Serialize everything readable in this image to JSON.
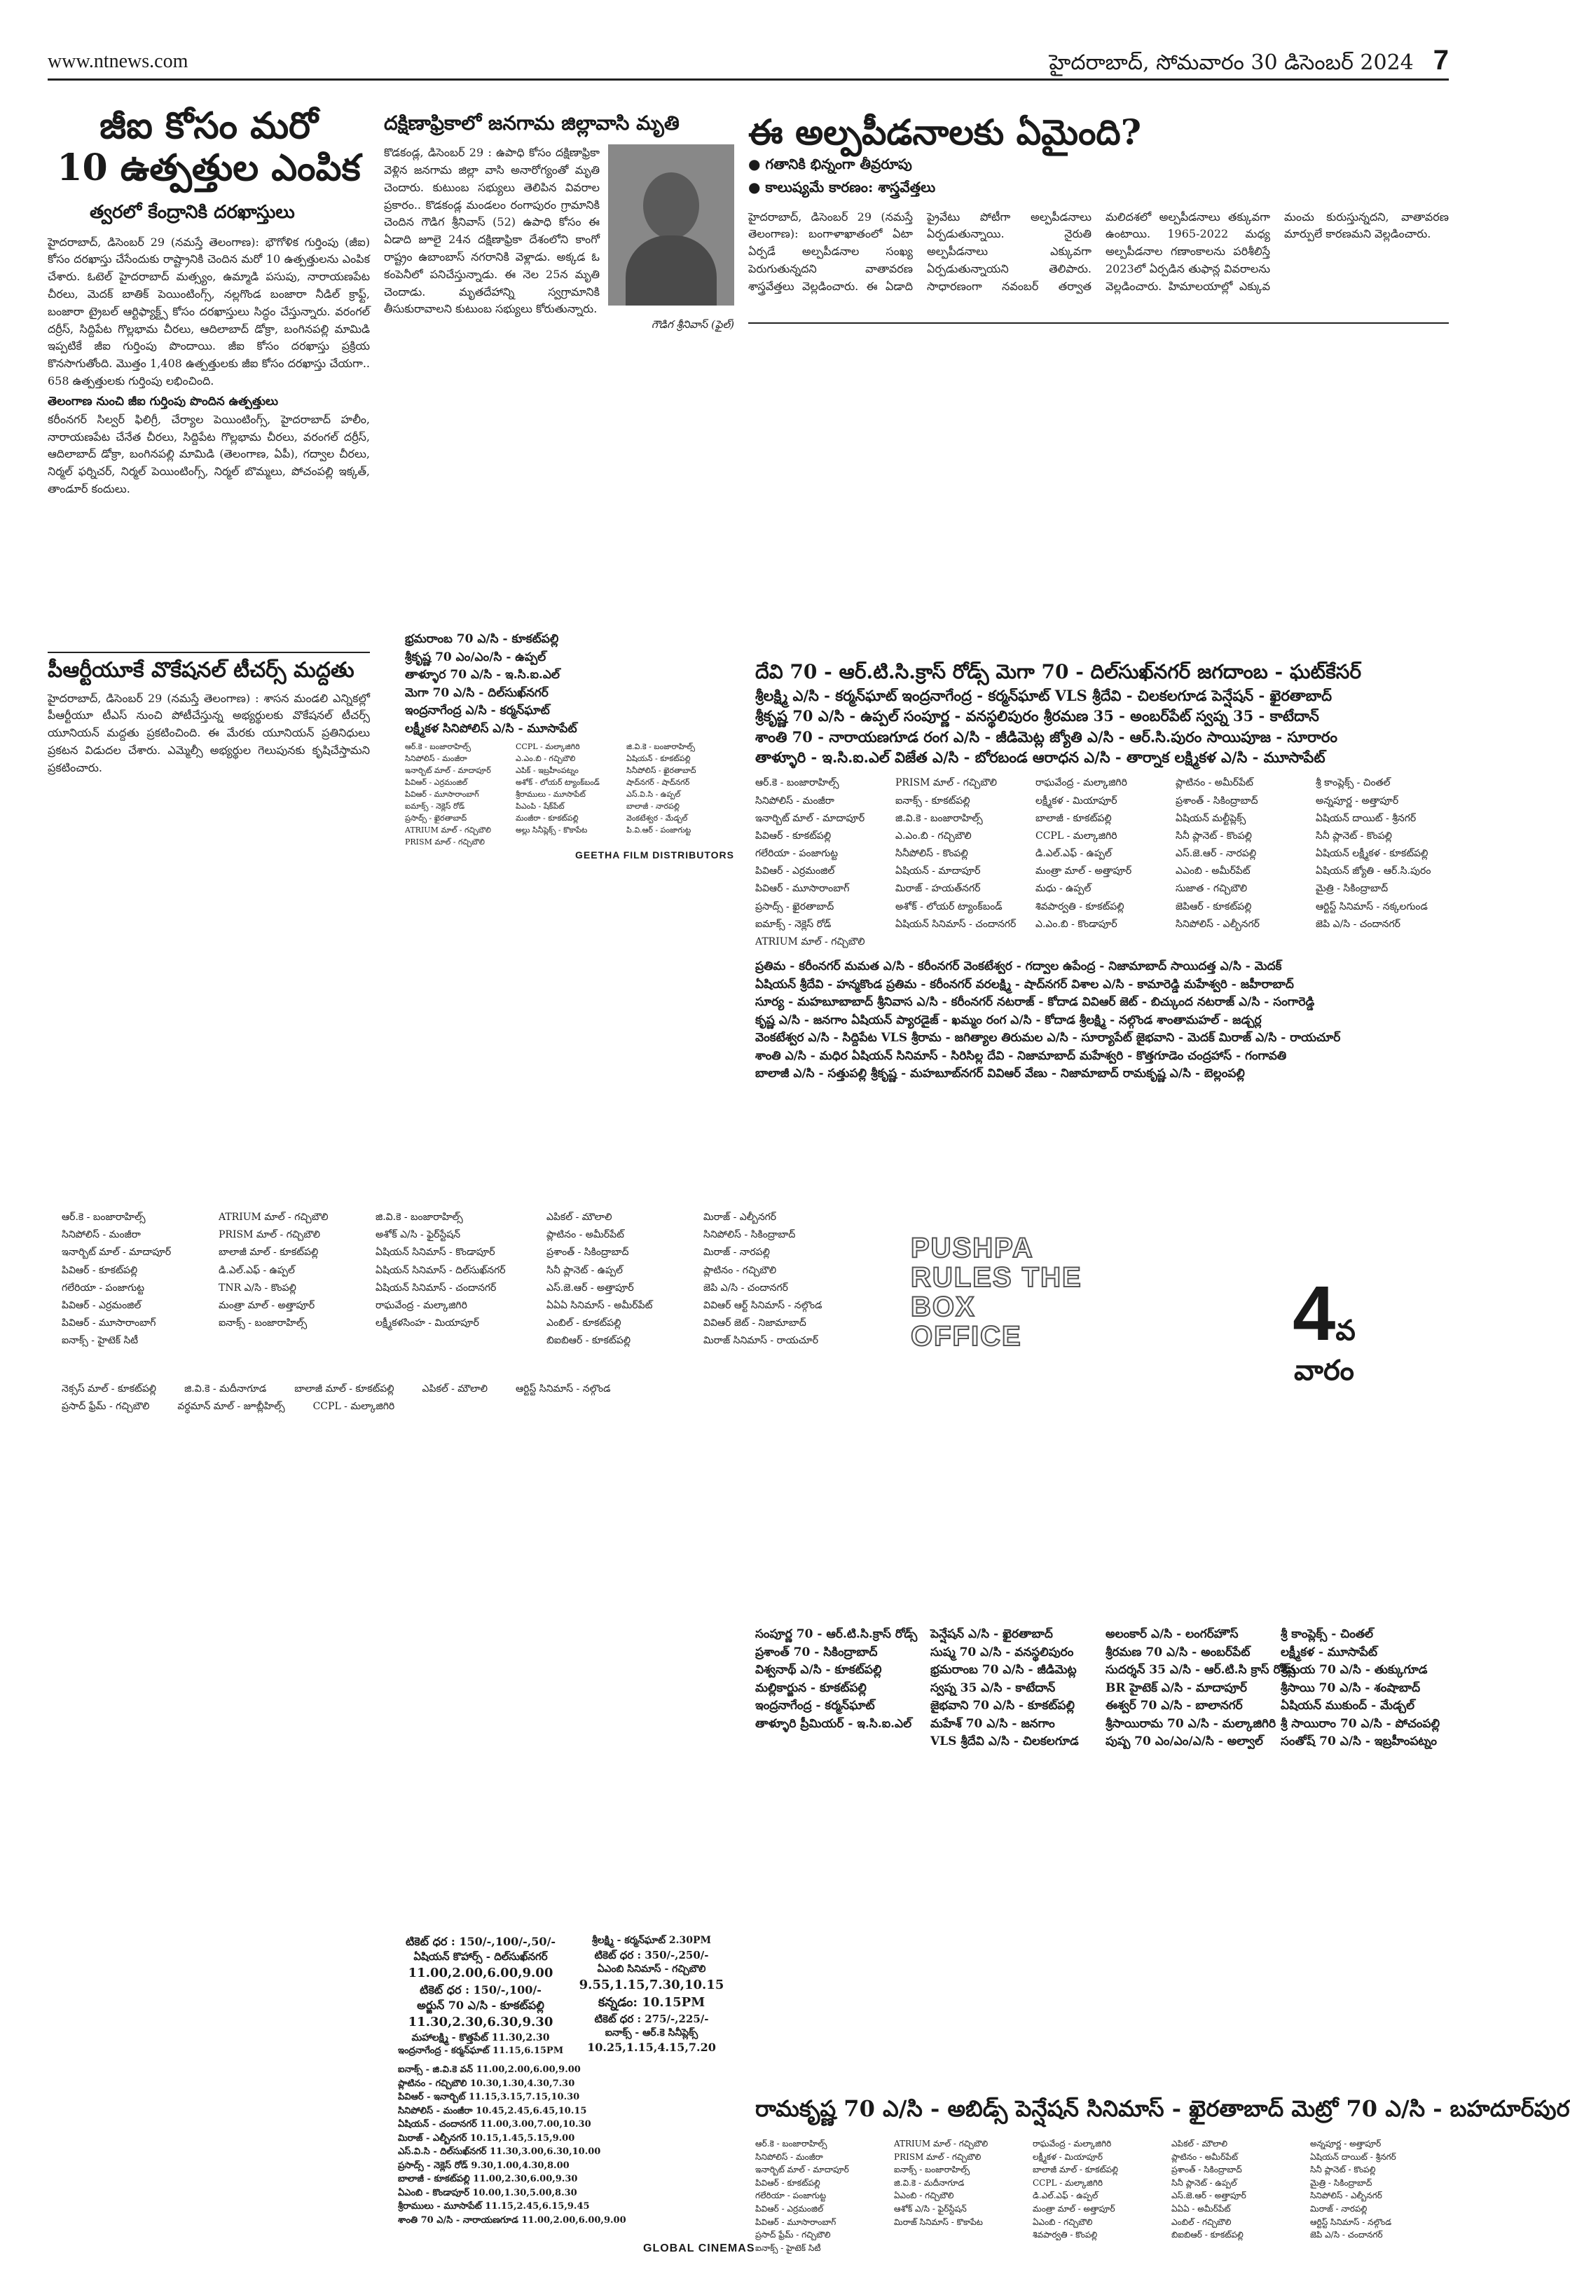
{
  "header": {
    "website": "www.ntnews.com",
    "dateline": "హైదరాబాద్, సోమవారం 30 డిసెంబర్ 2024",
    "page_number": "7"
  },
  "story1": {
    "headline_line1": "జీఐ కోసం మరో",
    "headline_line2": "10 ఉత్పత్తుల ఎంపిక",
    "subhead": "త్వరలో కేంద్రానికి దరఖాస్తులు",
    "body": "హైదరాబాద్, డిసెంబర్ 29 (నమస్తే తెలంగాణ): భౌగోళిక గుర్తింపు (జీఐ) కోసం దరఖాస్తు చేసేందుకు రాష్ట్రానికి చెందిన మరో 10 ఉత్పత్తులను ఎంపిక చేశారు. ఓటెల్ హైదరాబాద్ మత్స్యం, ఉమ్మాడి పసుపు, నారాయణపేట చీరలు, మెదక్ బాతిక్ పెయింటింగ్స్, నల్లగొండ బంజారా నీడిల్ క్రాఫ్ట్, బంజారా ట్రైబల్ ఆర్టిఫ్యాక్ట్స్ కోసం దరఖాస్తులు సిద్ధం చేస్తున్నారు. వరంగల్ దర్రీస్, సిద్దిపేట గొల్లభామ చీరలు, ఆదిలాబాద్ డోక్రా, బంగినపల్లి మామిడి ఇప్పటికే జీఐ గుర్తింపు పొందాయి. జీఐ కోసం దరఖాస్తు ప్రక్రియ కొనసాగుతోంది. మొత్తం 1,408 ఉత్పత్తులకు జీఐ కోసం దరఖాస్తు చేయగా.. 658 ఉత్పత్తులకు గుర్తింపు లభించింది.",
    "list_heading": "తెలంగాణ నుంచి జీఐ గుర్తింపు పొందిన ఉత్పత్తులు",
    "list_body": "కరీంనగర్ సిల్వర్ ఫిలిగ్రీ, చేర్యాల పెయింటింగ్స్, హైదరాబాద్ హలీం, నారాయణపేట చేనేత చీరలు, సిద్దిపేట గొల్లభామ చీరలు, వరంగల్ దర్రీస్, ఆదిలాబాద్ డోక్రా, బంగినపల్లి మామిడి (తెలంగాణ, ఏపీ), గద్వాల చీరలు, నిర్మల్ ఫర్నిచర్, నిర్మల్ పెయింటింగ్స్, నిర్మల్ బొమ్మలు, పోచంపల్లి ఇక్కత్, తాండూర్ కందులు."
  },
  "story2": {
    "headline": "దక్షిణాఫ్రికాలో జనగామ జిల్లావాసి మృతి",
    "body": "కొడకండ్ల, డిసెంబర్ 29 : ఉపాధి కోసం దక్షిణాఫ్రికా వెళ్లిన జనగామ జిల్లా వాసి అనారోగ్యంతో మృతి చెందారు. కుటుంబ సభ్యులు తెలిపిన వివరాల ప్రకారం.. కొడకండ్ల మండలం రంగాపురం గ్రామానికి చెందిన గౌడిగ శ్రీనివాస్ (52) ఉపాధి కోసం ఈ ఏడాది జూలై 24న దక్షిణాఫ్రికా దేశంలోని కాంగో రాష్ట్రం ఉబాంబాస్ నగరానికి వెళ్లాడు. అక్కడ ఓ కంపెనీలో పనిచేస్తున్నాడు. ఈ నెల 25న మృతి చెందాడు. మృతదేహాన్ని స్వగ్రామానికి తీసుకురావాలని కుటుంబ సభ్యులు కోరుతున్నారు.",
    "photo_credit": "గౌడిగ శ్రీనివాస్ (ఫైల్)"
  },
  "story3": {
    "headline": "పీఆర్టీయూకే వొకేషనల్ టీచర్స్ మద్దతు",
    "body": "హైదరాబాద్, డిసెంబర్ 29 (నమస్తే తెలంగాణ) : శాసన మండలి ఎన్నికల్లో పీఆర్టీయూ టీఎస్ నుంచి పోటీచేస్తున్న అభ్యర్థులకు వొకేషనల్ టీచర్స్ యూనియన్ మద్దతు ప్రకటించింది. ఈ మేరకు యూనియన్ ప్రతినిధులు ప్రకటన విడుదల చేశారు. ఎమ్మెల్సీ అభ్యర్థుల గెలుపునకు కృషిచేస్తామని ప్రకటించారు."
  },
  "story4": {
    "headline": "ఈ అల్పపీడనాలకు ఏమైంది?",
    "bullet1": "గతానికి భిన్నంగా తీవ్రరూపు",
    "bullet2": "కాలుష్యమే కారణం: శాస్త్రవేత్తలు",
    "body": "హైదరాబాద్, డిసెంబర్ 29 (నమస్తే తెలంగాణ): బంగాళాఖాతంలో ఏటా ఏర్పడే అల్పపీడనాల సంఖ్య పెరుగుతున్నదని వాతావరణ శాస్త్రవేత్తలు వెల్లడించారు. ఈ ఏడాది ప్రైవేటు పోటీగా అల్పపీడనాలు ఏర్పడుతున్నాయి. నైరుతి అల్పపీడనాలు ఎక్కువగా ఏర్పడుతున్నాయని తెలిపారు. సాధారణంగా నవంబర్ తర్వాత మలిదశలో అల్పపీడనాలు తక్కువగా ఉంటాయి. 1965-2022 మధ్య అల్పపీడనాల గణాంకాలను పరిశీలిస్తే 2023లో ఏర్పడిన తుఫాన్ల వివరాలను వెల్లడించారు. హిమాలయాల్లో ఎక్కువ మంచు కురుస్తున్నదని, వాతావరణ మార్పులే కారణమని వెల్లడించారు."
  },
  "movie_ad_left": {
    "lines": [
      "భ్రమరాంబ 70 ఎ/సి - కూకట్‌పల్లి",
      "శ్రీకృష్ణ 70 ఎం/ఎం/సి - ఉప్పల్",
      "తాళ్ళూర 70 ఎ/సి - ఇ.సి.ఐ.ఎల్",
      "మెగా 70 ఎ/సి - దిల్‌సుఖ్‌నగర్",
      "ఇంద్రనాగేంద్ర ఎ/సి - కర్మన్‌ఘాట్",
      "లక్ష్మీకళ సినిపోలిస్ ఎ/సి - మూసాపేట్"
    ],
    "theatres_a": [
      "ఆర్.కె - బంజారాహిల్స్",
      "సినిపోలిస్ - మంజీరా",
      "ఇనార్బిట్ మాల్ - మాదాపూర్",
      "పివిఆర్ - ఎర్రమంజిల్",
      "పివిఆర్ - మూసారాంబాగ్",
      "ఐమాక్స్ - నెక్లెస్ రోడ్",
      "ప్రసాద్స్ - ఖైరతాబాద్",
      "ATRIUM మాల్ - గచ్చిబౌలి",
      "PRISM మాల్ - గచ్చిబౌలి"
    ],
    "theatres_b": [
      "CCPL - మల్కాజిగిరి",
      "ఎ.ఎం.బి - గచ్చిబౌలి",
      "ఎపిక్ - ఇబ్రహీంపట్నం",
      "అశోక్ - లోయర్ ట్యాంక్‌బండ్",
      "శ్రీరాములు - మూసాపేట్",
      "పిఎంపి - షేక్‌పేట్",
      "మంజీరా - కూకట్‌పల్లి",
      "అల్లు సినీప్లెక్స్ - కొకాపేట"
    ],
    "theatres_c": [
      "జి.వి.కె - బంజారాహిల్స్",
      "ఏషియన్ - కూకట్‌పల్లి",
      "సినీపోలిస్ - ఖైరతాబాద్",
      "షాద్‌నగర్ - షాద్‌నగర్",
      "ఎస్.వి.సి - ఉప్పల్",
      "బాలాజీ - నారపల్లి",
      "వెంకటేశ్వర - మేడ్చల్",
      "పి.వి.ఆర్ - పంజాగుట్ట"
    ],
    "distributor": "GEETHA FILM DISTRIBUTORS"
  },
  "movie_ad_right": {
    "row1": "దేవి 70 - ఆర్.టి.సి.క్రాస్ రోడ్స్      మెగా 70 - దిల్‌సుఖ్‌నగర్      జగదాంబ - ఘట్‌కేసర్",
    "row2": "శ్రీలక్ష్మి ఎ/సి - కర్మన్‌ఘాట్  ఇంద్రనాగేంద్ర - కర్మన్‌ఘాట్  VLS శ్రీదేవి - చిలకలగూడ  పెన్షేషన్ - ఖైరతాబాద్",
    "row3": "శ్రీకృష్ణ 70 ఎ/సి - ఉప్పల్  సంపూర్ణ - వనస్థలిపురం  శ్రీరమణ 35 - అంబర్‌పేట్  స్వప్న 35 - కాటేదాన్",
    "row4": "శాంతి 70 - నారాయణగూడ  రంగ ఎ/సి - జీడిమెట్ల  జ్యోతి ఎ/సి - ఆర్.సి.పురం  సాయిపూజ - సూరారం",
    "row5": "తాళ్ళూరి - ఇ.సి.ఐ.ఎల్  విజేత ఎ/సి - బోరబండ  ఆరాధన ఎ/సి - తార్నాక  లక్ష్మికళ ఎ/సి - మూసాపేట్",
    "theatres_a": [
      "ఆర్.కె - బంజారాహిల్స్",
      "సినిపోలిస్ - మంజీరా",
      "ఇనార్బిట్ మాల్ - మాదాపూర్",
      "పివిఆర్ - కూకట్‌పల్లి",
      "గలేరియా - పంజాగుట్ట",
      "పివిఆర్ - ఎర్రమంజిల్",
      "పివిఆర్ - మూసారాంబాగ్",
      "ప్రసాద్స్ - ఖైరతాబాద్",
      "ఐమాక్స్ - నెక్లెస్ రోడ్",
      "ATRIUM మాల్ - గచ్చిబౌలి"
    ],
    "theatres_b": [
      "PRISM మాల్ - గచ్చిబౌలి",
      "ఐనాక్స్ - కూకట్‌పల్లి",
      "జి.వి.కె - బంజారాహిల్స్",
      "ఎ.ఎం.బి - గచ్చిబౌలి",
      "సినీపోలిస్ - కొంపల్లి",
      "ఏషియన్ - మాదాపూర్",
      "మిరాజ్ - హయత్‌నగర్",
      "అశోక్ - లోయర్ ట్యాంక్‌బండ్",
      "ఏషియన్ సినిమాస్ - చందానగర్"
    ],
    "theatres_c": [
      "రాఘవేంద్ర - మల్కాజిగిరి",
      "లక్ష్మీకళ - మియాపూర్",
      "బాలాజీ - కూకట్‌పల్లి",
      "CCPL - మల్కాజిగిరి",
      "డి.ఎల్.ఎఫ్ - ఉప్పల్",
      "మంత్రా మాల్ - అత్తాపూర్",
      "మధు - ఉప్పల్",
      "శివపార్వతి - కూకట్‌పల్లి",
      "ఎ.ఎం.బి - కొండాపూర్"
    ],
    "theatres_d": [
      "ప్లాటినం - అమీర్‌పేట్",
      "ప్రశాంత్ - సికింద్రాబాద్",
      "ఏషియన్ మల్టీప్లెక్స్",
      "సినీ ప్లానెట్ - కొంపల్లి",
      "ఎస్.జె.ఆర్ - నారపల్లి",
      "ఎఎంబి - అమీర్‌పేట్",
      "సుజాత - గచ్చిబౌలి",
      "జెపిఆర్ - కూకట్‌పల్లి",
      "సినిపోలిస్ - ఎల్బీనగర్"
    ],
    "theatres_e": [
      "శ్రీ కాంప్లెక్స్ - చింతల్",
      "అన్నపూర్ణ - అత్తాపూర్",
      "ఏషియన్ దాయిట్ - శ్రీనగర్",
      "సినీ ప్లానెట్ - కొంపల్లి",
      "ఏషియన్ లక్ష్మీకళ - కూకట్‌పల్లి",
      "ఏషియన్ జ్యోతి - ఆర్.సి.పురం",
      "మైత్రి - సికింద్రాబాద్",
      "ఆర్టిస్ట్ సినిమాస్ - నక్కలగుండ",
      "జెపి ఎ/సి - చందానగర్"
    ],
    "district_rows": [
      "ప్రతిమ - కరీంనగర్  మమత ఎ/సి - కరీంనగర్  వెంకటేశ్వర - గద్వాల  ఉపేంద్ర - నిజామాబాద్  సాయిదత్త ఎ/సి - మెదక్",
      "ఏషియన్ శ్రీదేవి - హన్మకొండ  ప్రతిమ - కరీంనగర్  వరలక్ష్మి - షాద్‌నగర్  విశాల ఎ/సి - కామారెడ్డి  మహేశ్వరి - జహీరాబాద్",
      "సూర్య - మహబూబాబాద్  శ్రీనివాస ఎ/సి - కరీంనగర్  నటరాజ్ - కోదాడ  వివిఆర్ జెట్ - బిచ్కుంద  నటరాజ్ ఎ/సి - సంగారెడ్డి",
      "కృష్ణ ఎ/సి - జనగాం  ఏషియన్ ప్యారడైజ్ - ఖమ్మం  రంగ ఎ/సి - కోదాడ  శ్రీలక్ష్మి - నల్గొండ  శాంతామహల్ - జడ్చర్ల",
      "వెంకటేశ్వర ఎ/సి - సిద్దిపేట  VLS శ్రీరామ - జగిత్యాల  తిరుమల ఎ/సి - సూర్యాపేట్  జైభవాని - మెదక్  మిరాజ్ ఎ/సి - రాయచూర్",
      "శాంతి ఎ/సి - మధిర  ఏషియన్ సినిమాస్ - సిరిసిల్ల  దేవి - నిజామాబాద్  మహేశ్వరి - కొత్తగూడెం  చంద్రహాస్ - గంగావతి",
      "బాలాజీ ఎ/సి - సత్తుపల్లి  శ్రీకృష్ణ - మహబూబ్‌నగర్  వివిఆర్ వేణు - నిజామాబాద్  రామకృష్ణ ఎ/సి - బెల్లంపల్లి"
    ]
  },
  "mid_listing": {
    "col_a": [
      "ఆర్.కె - బంజారాహిల్స్",
      "సినిపోలిస్ - మంజీరా",
      "ఇనార్బిట్ మాల్ - మాదాపూర్",
      "పివిఆర్ - కూకట్‌పల్లి",
      "గలేరియా - పంజాగుట్ట",
      "పివిఆర్ - ఎర్రమంజిల్",
      "పివిఆర్ - మూసారాంబాగ్",
      "ఐనాక్స్ - హైటెక్ సిటీ"
    ],
    "col_b": [
      "ATRIUM మాల్ - గచ్చిబౌలి",
      "PRISM మాల్ - గచ్చిబౌలి",
      "బాలాజీ మాల్ - కూకట్‌పల్లి",
      "డి.ఎల్.ఎఫ్ - ఉప్పల్",
      "TNR ఎ/సి - కొంపల్లి",
      "మంత్రా మాల్ - అత్తాపూర్",
      "ఐనాక్స్ - బంజారాహిల్స్"
    ],
    "col_c": [
      "జి.వి.కె - బంజారాహిల్స్",
      "అశోక్ ఎ/సి - ఫైర్‌స్టేషన్",
      "ఏషియన్ సినిమాస్ - కొండాపూర్",
      "ఏషియన్ సినిమాస్ - దిల్‌సుఖ్‌నగర్",
      "ఏషియన్ సినిమాస్ - చందానగర్",
      "రాఘవేంద్ర - మల్కాజిగిరి",
      "లక్ష్మీకళసింహ - మియాపూర్"
    ],
    "col_d": [
      "ఎపికల్ - మౌలాలి",
      "ప్లాటినం - అమీర్‌పేట్",
      "ప్రశాంత్ - సికింద్రాబాద్",
      "సినీ ప్లానెట్ - ఉప్పల్",
      "ఎస్.జె.ఆర్ - అత్తాపూర్",
      "ఏఏఏ సినిమాస్ - అమీర్‌పేట్",
      "ఎంబిల్ - కూకట్‌పల్లి",
      "బిఐబిఆర్ - కూకట్‌పల్లి"
    ],
    "col_e": [
      "మిరాజ్ - ఎల్బీనగర్",
      "సినిపోలిస్ - సికింద్రాబాద్",
      "మిరాజ్ - నారపల్లి",
      "ప్లాటినం - గచ్చిబౌలి",
      "జెపి ఎ/సి - చందానగర్",
      "వివిఆర్ ఆర్ట్ సినిమాస్ - నల్గొండ",
      "వివిఆర్ జెట్ - నిజామాబాద్",
      "మిరాజ్ సినిమాస్ - రాయచూర్"
    ],
    "bottom_row": [
      "నెక్సస్ మాల్ - కూకట్‌పల్లి",
      "జి.వి.కె - మదీనాగూడ",
      "బాలాజీ మాల్ - కూకట్‌పల్లి",
      "ఎపికల్ - మౌలాలి",
      "ఆర్టిస్ట్ సినిమాస్ - నల్గొండ"
    ],
    "bottom_row2": [
      "ప్రసాద్ ఫ్రేమ్ - గచ్చిబౌలి",
      "వర్ధమాన్ మాల్ - జూబ్లీహిల్స్",
      "CCPL - మల్కాజిగిరి"
    ]
  },
  "promo": {
    "text": "PUSHPA RULES THE BOX OFFICE",
    "week_number": "4",
    "week_suffix": "వ",
    "week_word": "వారం"
  },
  "lower_ad": {
    "showtimes": [
      "టికెట్ ధర : 150/-,100/-,50/-",
      "ఏషియన్ కొహార్స్ - దిల్‌సుఖ్‌నగర్",
      "11.00,2.00,6.00,9.00",
      "టికెట్ ధర : 150/-,100/-",
      "అర్జున్ 70 ఎ/సి - కూకట్‌పల్లి",
      "11.30,2.30,6.30,9.30",
      "మహాలక్ష్మి - కొత్తపేట్ 11.30,2.30",
      "ఇంద్రనాగేంద్ర - కర్మన్‌ఘాట్ 11.15,6.15PM"
    ],
    "showtimes_b": [
      "శ్రీలక్ష్మి - కర్మన్‌ఘాట్ 2.30PM",
      "టికెట్ ధర : 350/-,250/-",
      "ఏఎంబి సినిమాస్ - గచ్చిబౌలి",
      "9.55,1.15,7.30,10.15",
      "కన్నడం: 10.15PM",
      "టికెట్ ధర : 275/-,225/-",
      "ఐనాక్స్ - ఆర్.కె సినీప్లెక్స్",
      "10.25,1.15,4.15,7.20"
    ],
    "listings_c": [
      "సంపూర్ణ 70 - ఆర్.టి.సి.క్రాస్ రోడ్స్",
      "ప్రశాంత్ 70 - సికింద్రాబాద్",
      "విశ్వనాథ్ ఎ/సి - కూకట్‌పల్లి",
      "మల్లికార్జున - కూకట్‌పల్లి",
      "ఇంద్రనాగేంద్ర - కర్మన్‌ఘాట్",
      "తాళ్ళూరి ప్రీమియర్ - ఇ.సి.ఐ.ఎల్"
    ],
    "listings_d": [
      "పెన్షేషన్ ఎ/సి - ఖైరతాబాద్",
      "సుష్మ 70 ఎ/సి - వనస్థలిపురం",
      "భ్రమరాంబ 70 ఎ/సి - జీడిమెట్ల",
      "స్వప్న 35 ఎ/సి - కాటేదాన్",
      "జైభవాని 70 ఎ/సి - కూకట్‌పల్లి",
      "మహేశ్ 70 ఎ/సి - జనగాం",
      "VLS శ్రీదేవి ఎ/సి - చిలకలగూడ"
    ],
    "listings_e": [
      "అలంకార్ ఎ/సి - లంగర్‌హౌస్",
      "శ్రీరమణ 70 ఎ/సి - అంబర్‌పేట్",
      "సుదర్శన్ 35 ఎ/సి - ఆర్.టి.సి క్రాస్ రోడ్స్",
      "BR హైటెక్ ఎ/సి - మాదాపూర్",
      "ఈశ్వర్ 70 ఎ/సి - బాలానగర్",
      "శ్రీసాయిరామ 70 ఎ/సి - మల్కాజిగిరి",
      "పుష్ప 70 ఎం/ఎం/ఎ/సి - అల్వాల్"
    ],
    "listings_f": [
      "శ్రీ కాంప్లెక్స్ - చింతల్",
      "లక్ష్మీకళ - మూసాపేట్",
      "శ్రీమయ 70 ఎ/సి - తుక్కుగూడ",
      "శ్రీసాయి 70 ఎ/సి - శంషాబాద్",
      "ఏషియన్ ముకుంద్ - మేడ్చల్",
      "శ్రీ సాయిరాం 70 ఎ/సి - పోచంపల్లి",
      "సంతోష్ 70 ఎ/సి - ఇబ్రహీంపట్నం"
    ],
    "tiny_rows": [
      "ఐనాక్స్ - జి.వి.కె వన్ 11.00,2.00,6.00,9.00",
      "ప్లాటినం - గచ్చిబౌలి 10.30,1.30,4.30,7.30",
      "పివిఆర్ - ఇనార్బిట్ 11.15,3.15,7.15,10.30",
      "సినిపోలిస్ - మంజీరా 10.45,2.45,6.45,10.15",
      "ఏషియన్ - చందానగర్ 11.00,3.00,7.00,10.30",
      "మిరాజ్ - ఎల్బీనగర్ 10.15,1.45,5.15,9.00",
      "ఎస్.వి.సి - దిల్‌సుఖ్‌నగర్ 11.30,3.00,6.30,10.00",
      "ప్రసాద్స్ - నెక్లెస్ రోడ్ 9.30,1.00,4.30,8.00",
      "బాలాజీ - కూకట్‌పల్లి 11.00,2.30,6.00,9.30",
      "ఏఎంబి - కొండాపూర్ 10.00,1.30,5.00,8.30",
      "శ్రీరాములు - మూసాపేట్ 11.15,2.45,6.15,9.45",
      "శాంతి 70 ఎ/సి - నారాయణగూడ 11.00,2.00,6.00,9.00"
    ],
    "distributor": "GLOBAL CINEMAS",
    "bottom_banner": "రామకృష్ణ 70 ఎ/సి - అబిడ్స్  పెన్షేషన్ సినిమాస్ - ఖైరతాబాద్  మెట్రో 70 ఎ/సి - బహదూర్‌పుర",
    "bottom_a": [
      "ఆర్.కె - బంజారాహిల్స్",
      "సినిపోలిస్ - మంజీరా",
      "ఇనార్బిట్ మాల్ - మాదాపూర్",
      "పివిఆర్ - కూకట్‌పల్లి",
      "గలేరియా - పంజాగుట్ట",
      "పివిఆర్ - ఎర్రమంజిల్",
      "పివిఆర్ - మూసారాంబాగ్",
      "ప్రసాద్ ఫ్రేమ్ - గచ్చిబౌలి",
      "ఐనాక్స్ - హైటెక్ సిటీ"
    ],
    "bottom_b": [
      "ATRIUM మాల్ - గచ్చిబౌలి",
      "PRISM మాల్ - గచ్చిబౌలి",
      "ఐనాక్స్ - బంజారాహిల్స్",
      "జి.వి.కె - మదీనాగూడ",
      "ఏఎంబి - గచ్చిబౌలి",
      "ఆశోక్ ఎ/సి - ఫైర్‌స్టేషన్",
      "మిరాజ్ సినిమాస్ - కొకాపేట"
    ],
    "bottom_c": [
      "రాఘవేంద్ర - మల్కాజిగిరి",
      "లక్ష్మీకళ - మియాపూర్",
      "బాలాజీ మాల్ - కూకట్‌పల్లి",
      "CCPL - మల్కాజిగిరి",
      "డి.ఎల్.ఎఫ్ - ఉప్పల్",
      "మంత్రా మాల్ - అత్తాపూర్",
      "ఏఎంబి - గచ్చిబౌలి",
      "శివపార్వతి - కొంపల్లి"
    ],
    "bottom_d": [
      "ఎపికల్ - మౌలాలి",
      "ప్లాటినం - అమీర్‌పేట్",
      "ప్రశాంత్ - సికింద్రాబాద్",
      "సినీ ప్లానెట్ - ఉప్పల్",
      "ఎస్.జె.ఆర్ - అత్తాపూర్",
      "ఏఏఏ - అమీర్‌పేట్",
      "ఎంబిల్ - గచ్చిబౌలి",
      "బిఐబిఆర్ - కూకట్‌పల్లి"
    ],
    "bottom_e": [
      "అన్నపూర్ణ - అత్తాపూర్",
      "ఏషియన్ దాయిట్ - శ్రీనగర్",
      "సినీ ప్లానెట్ - కొంపల్లి",
      "మైత్రి - సికింద్రాబాద్",
      "సినిపోలిస్ - ఎల్బీనగర్",
      "మిరాజ్ - నారపల్లి",
      "ఆర్టిస్ట్ సినిమాస్ - నల్గొండ",
      "జెపి ఎ/సి - చందానగర్"
    ]
  }
}
